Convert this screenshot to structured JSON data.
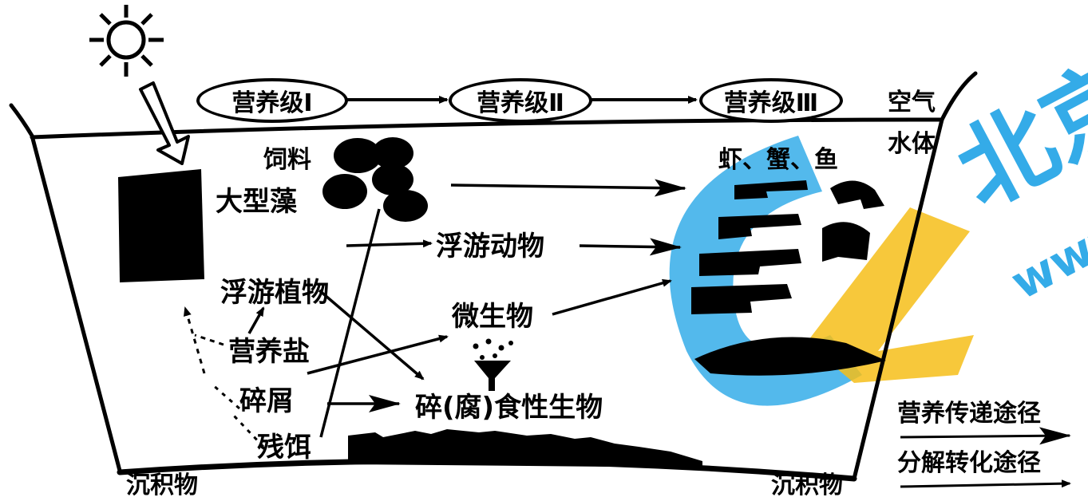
{
  "trophic_levels": [
    "营养级Ⅰ",
    "营养级Ⅱ",
    "营养级Ⅲ"
  ],
  "labels": {
    "air": "空气",
    "water_body": "水体",
    "feed": "饲料",
    "macroalgae": "大型藻",
    "zooplankton": "浮游动物",
    "phytoplankton": "浮游植物",
    "microorganisms": "微生物",
    "nutrient_salts": "营养盐",
    "detritus": "碎屑",
    "residual_feed": "残饵",
    "detritivores": "碎(腐)食性生物",
    "shrimp_crab_fish": "虾、蟹、鱼",
    "sediment_left": "沉积物",
    "sediment_right": "沉积物"
  },
  "legend": {
    "energy_flow": "营养传递途径",
    "decomposition": "分解转化途径"
  },
  "watermark": {
    "chars": "北京",
    "url": "www",
    "color_blue": "#1fa3e6",
    "color_yellow": "#f5b700"
  }
}
